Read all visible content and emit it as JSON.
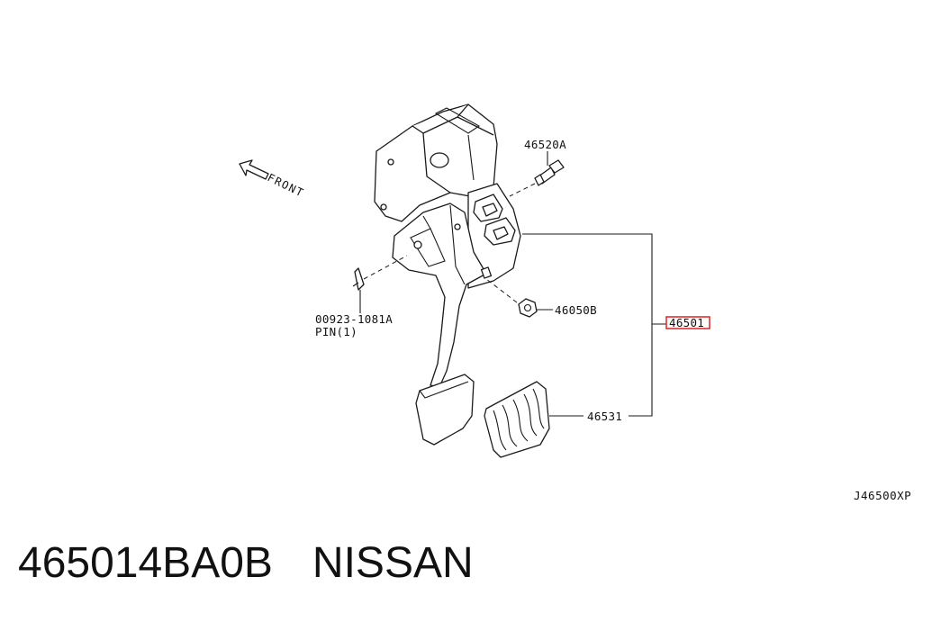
{
  "diagram": {
    "front_label": "FRONT",
    "callouts": {
      "bolt": "46520A",
      "nut": "46050B",
      "pin_part": "00923-1081A",
      "pin_desc": "PIN(1)",
      "assembly": "46501",
      "pedal_pad": "46531"
    },
    "drawing_ref": "J46500XP",
    "highlight_color": "#e02020"
  },
  "caption": {
    "part_number": "465014BA0B",
    "brand": "NISSAN"
  }
}
